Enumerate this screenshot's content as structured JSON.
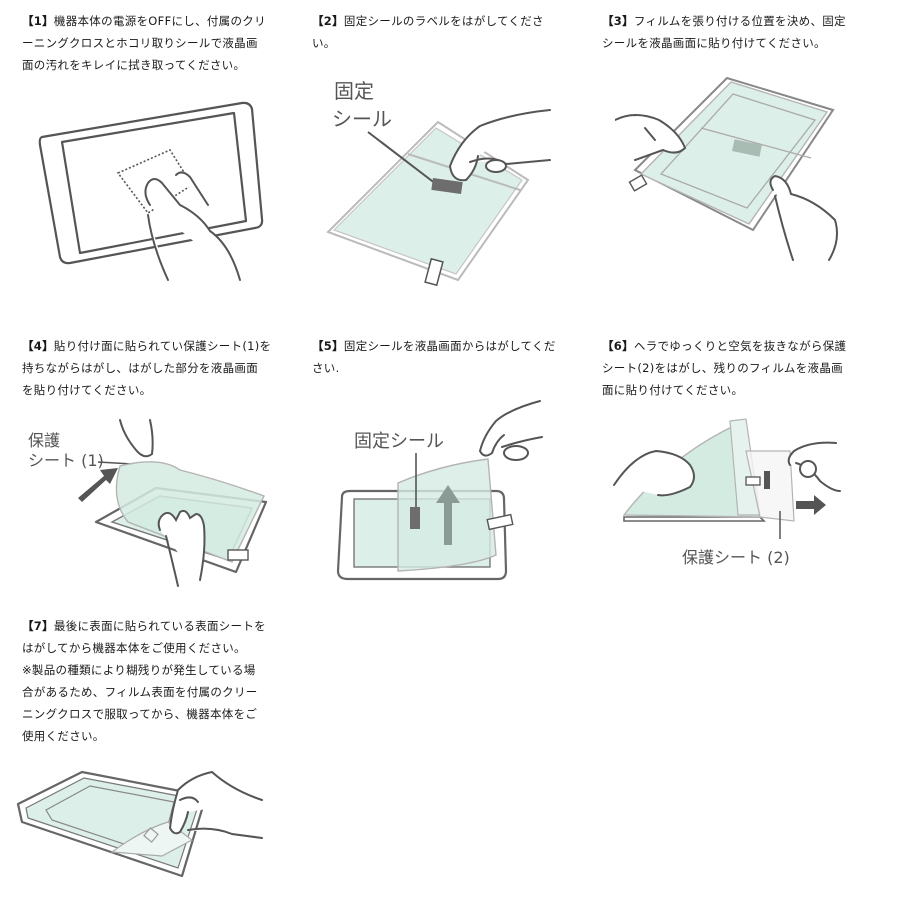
{
  "steps": [
    {
      "number": "【1】",
      "lines": [
        "機器本体の電源をOFFにし、付属のクリ",
        "ーニングクロスとホコリ取りシールで液晶画",
        "面の汚れをキレイに拭き取ってください。"
      ]
    },
    {
      "number": "【2】",
      "lines": [
        "固定シールのラベルをはがしてくださ",
        "い。"
      ],
      "illustration_label": [
        "固定",
        "シール"
      ]
    },
    {
      "number": "【3】",
      "lines": [
        "フィルムを張り付ける位置を決め、固定",
        "シールを液晶画面に貼り付けてください。"
      ]
    },
    {
      "number": "【4】",
      "lines": [
        "貼り付け面に貼られてい保護シート(1)を",
        "持ちながらはがし、はがした部分を液晶画面",
        "を貼り付けてください。"
      ],
      "illustration_label": [
        "保護",
        "シート (1)"
      ]
    },
    {
      "number": "【5】",
      "lines": [
        "固定シールを液晶画面からはがしてくだ",
        "さい."
      ],
      "illustration_label": [
        "固定シール"
      ]
    },
    {
      "number": "【6】",
      "lines": [
        "ヘラでゆっくりと空気を抜きながら保護",
        "シート(2)をはがし、残りのフィルムを液晶画",
        "面に貼り付けてください。"
      ],
      "illustration_label": [
        "保護シート (2)"
      ]
    },
    {
      "number": "【7】",
      "lines": [
        "最後に表面に貼られている表面シートを",
        "はがしてから機器本体をご使用ください。",
        "※製品の種類により糊残りが発生している場",
        "合があるため、フィルム表面を付属のクリー",
        "ニングクロスで服取ってから、機器本体をご",
        "使用ください。"
      ]
    }
  ],
  "colors": {
    "film": "#dcefe8",
    "film_border": "#b4b4b4",
    "line_art": "#555555",
    "seal": "#6d6d6d"
  }
}
